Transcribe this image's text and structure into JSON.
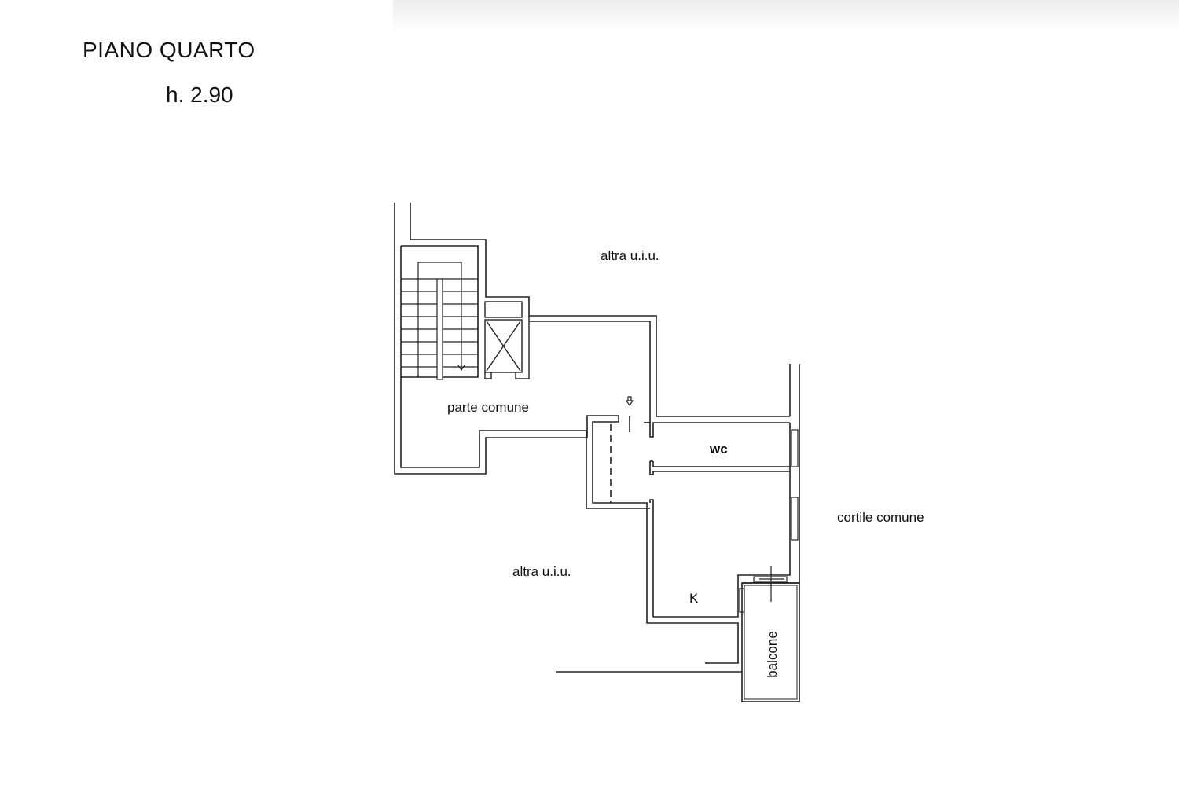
{
  "header": {
    "title": "PIANO QUARTO",
    "height": "h. 2.90"
  },
  "rooms": {
    "altra_top": "altra u.i.u.",
    "parte_comune": "parte comune",
    "wc": "wc",
    "cortile": "cortile comune",
    "altra_bottom": "altra u.i.u.",
    "kitchen": "K",
    "balcone": "balcone"
  }
}
